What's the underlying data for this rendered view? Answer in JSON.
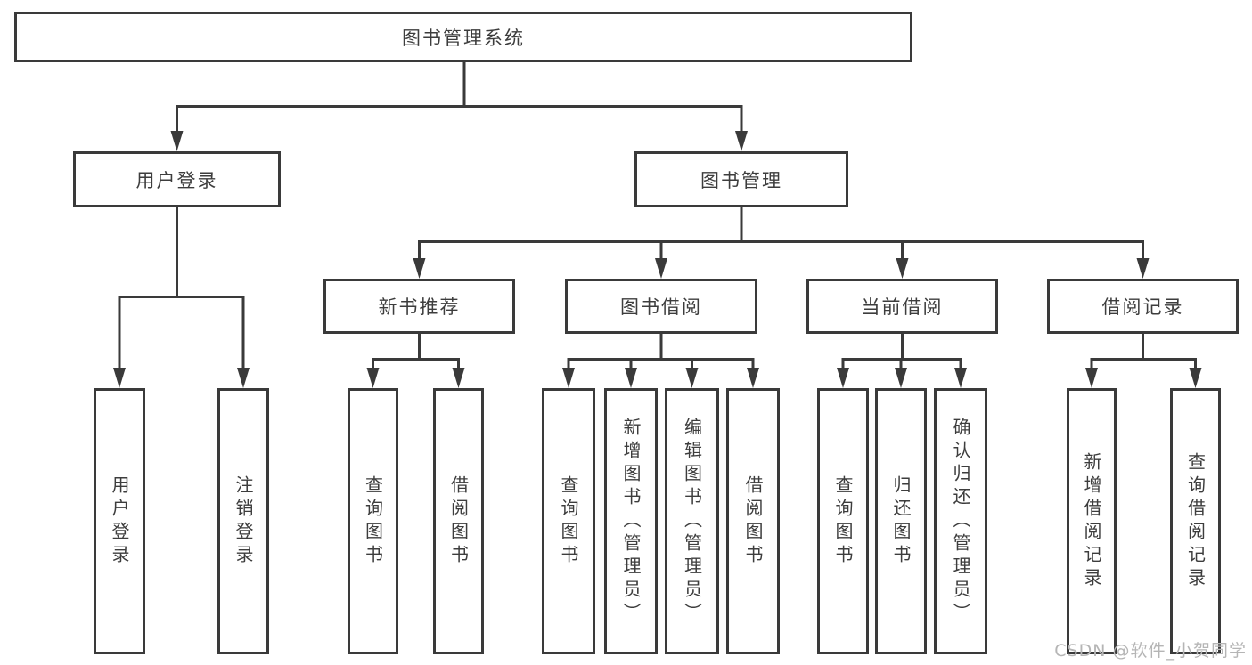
{
  "colors": {
    "background": "#ffffff",
    "line": "#3a3a3a",
    "box_border": "#3a3a3a",
    "text": "#3d3d3d",
    "watermark_text": "#b5b5b5"
  },
  "tree": {
    "root": "图书管理系统",
    "children": [
      {
        "label": "用户登录",
        "children": [
          {
            "label": "用户登录"
          },
          {
            "label": "注销登录"
          }
        ]
      },
      {
        "label": "图书管理",
        "children": [
          {
            "label": "新书推荐",
            "children": [
              {
                "label": "查询图书"
              },
              {
                "label": "借阅图书"
              }
            ]
          },
          {
            "label": "图书借阅",
            "children": [
              {
                "label": "查询图书"
              },
              {
                "label": "新增图书（管理员）"
              },
              {
                "label": "编辑图书（管理员）"
              },
              {
                "label": "借阅图书"
              }
            ]
          },
          {
            "label": "当前借阅",
            "children": [
              {
                "label": "查询图书"
              },
              {
                "label": "归还图书"
              },
              {
                "label": "确认归还（管理员）"
              }
            ]
          },
          {
            "label": "借阅记录",
            "children": [
              {
                "label": "新增借阅记录"
              },
              {
                "label": "查询借阅记录"
              }
            ]
          }
        ]
      }
    ]
  },
  "watermark": {
    "text": "CSDN @软件_小贺同学"
  }
}
